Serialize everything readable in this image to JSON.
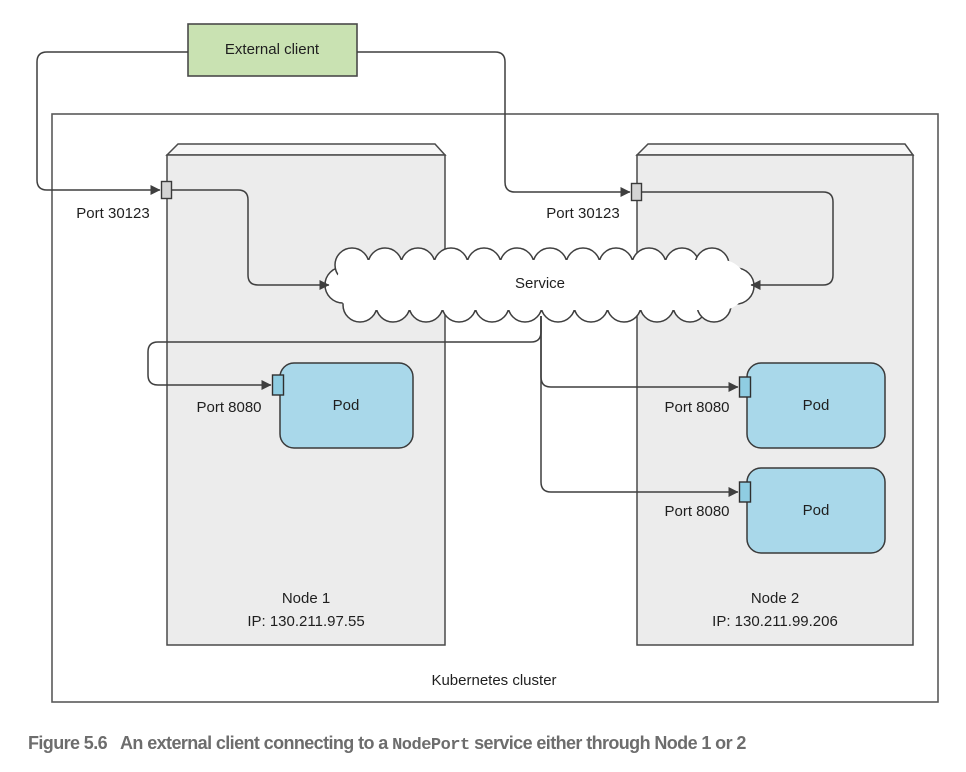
{
  "figure": {
    "external_client": "External client",
    "service_label": "Service",
    "cluster_label": "Kubernetes cluster",
    "nodes": [
      {
        "name": "Node 1",
        "ip": "IP: 130.211.97.55",
        "node_port_label": "Port 30123",
        "pods": [
          {
            "name": "Pod",
            "port_label": "Port 8080"
          }
        ]
      },
      {
        "name": "Node 2",
        "ip": "IP: 130.211.99.206",
        "node_port_label": "Port 30123",
        "pods": [
          {
            "name": "Pod",
            "port_label": "Port 8080"
          },
          {
            "name": "Pod",
            "port_label": "Port 8080"
          }
        ]
      }
    ],
    "colors": {
      "external_client_fill": "#c9e2b2",
      "node_fill": "#ececec",
      "node_top_fill": "#f6f6f6",
      "pod_fill": "#a9d8ea",
      "port_fill": "#d4d4d4",
      "pod_port_fill": "#8fcde2",
      "line": "#3f3f3f",
      "caption": "#6d6d6d"
    }
  },
  "caption": {
    "figure_label": "Figure 5.6",
    "text_before_code": "An external client connecting to a ",
    "code_text": "NodePort",
    "text_after_code": " service either through Node 1 or 2"
  }
}
